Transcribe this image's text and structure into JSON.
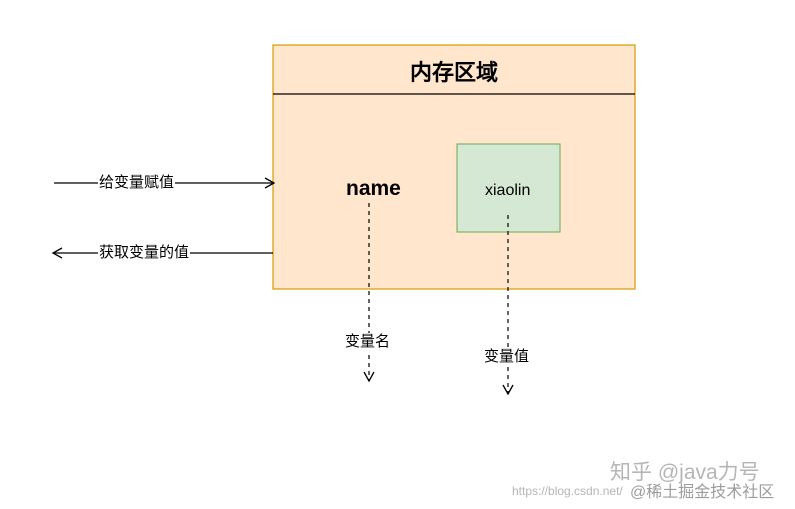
{
  "diagram": {
    "memory_title": "内存区域",
    "var_name": "name",
    "var_value": "xiaolin",
    "assign_label": "给变量赋值",
    "get_label": "获取变量的值",
    "name_caption": "变量名",
    "value_caption": "变量值"
  },
  "watermark": {
    "zhihu": "知乎 @java力号",
    "juejin": "@稀土掘金技术社区",
    "csdn": "https://blog.csdn.net/"
  },
  "colors": {
    "memory_fill": "#ffe6cc",
    "memory_stroke": "#d79b00",
    "value_fill": "#d5e8d4",
    "value_stroke": "#82b366"
  }
}
